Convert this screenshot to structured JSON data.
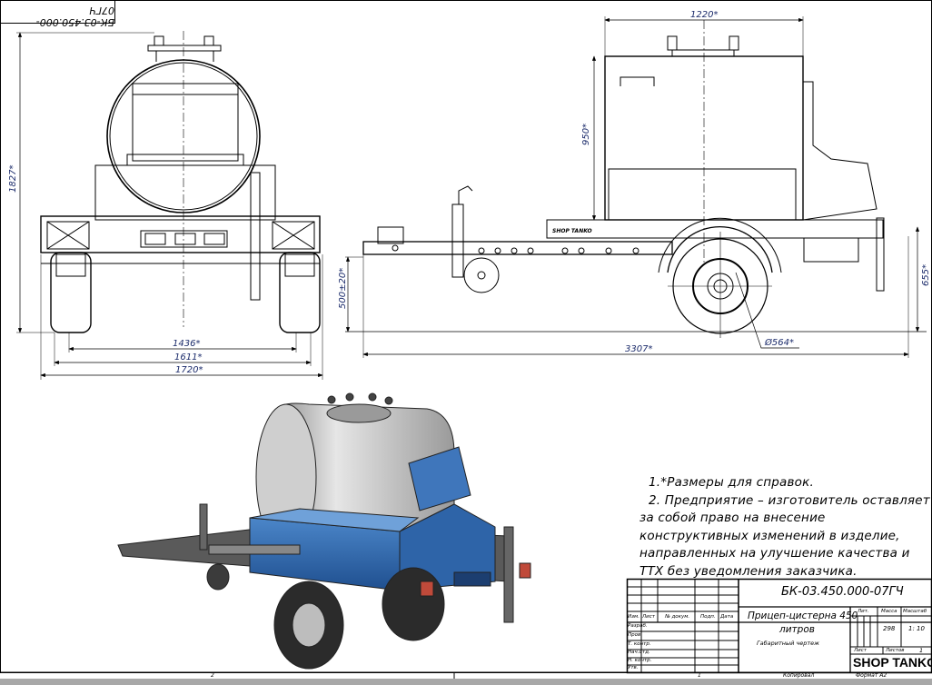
{
  "drawing": {
    "code_rotated": "БК-03.450.000-07ГЧ",
    "front_view_dims": {
      "height": "1827*",
      "track": "1436*",
      "width_mid": "1611*",
      "width_total": "1720*"
    },
    "side_view_dims": {
      "tank_length": "1220*",
      "tank_height": "950*",
      "hitch_height": "500±20*",
      "frame_height": "655*",
      "total_length": "3307*",
      "wheel_diameter": "Ø564*"
    },
    "logo_on_frame": "SHOP TANKO"
  },
  "notes": [
    "1.*Размеры для справок.",
    "2. Предприятие – изготовитель оставляет за собой право на внесение конструктивных изменений в изделие, направленных на улучшение качества и ТТХ без уведомления заказчика."
  ],
  "title_block": {
    "designation": "БК-03.450.000-07ГЧ",
    "name_line1": "Прицеп-цистерна 450",
    "name_line2": "литров",
    "doc_type": "Габаритный чертеж",
    "col_headers": [
      "Изм.",
      "Лист",
      "№ докум.",
      "Подп.",
      "Дата"
    ],
    "row_labels": [
      "Разраб.",
      "Пров.",
      "Т. контр.",
      "Нач.отд.",
      "Н. контр.",
      "Утв."
    ],
    "lit_label": "Лит.",
    "mass_label": "Масса",
    "scale_label": "Масштаб",
    "mass": "298",
    "scale": "1: 10",
    "sheet_label": "Лист",
    "sheets_label": "Листов",
    "sheets": "1",
    "company": "SHOP TANKO"
  },
  "footer": {
    "zone2": "2",
    "zone1": "1",
    "copied": "Копировал",
    "format": "Формат А2"
  }
}
